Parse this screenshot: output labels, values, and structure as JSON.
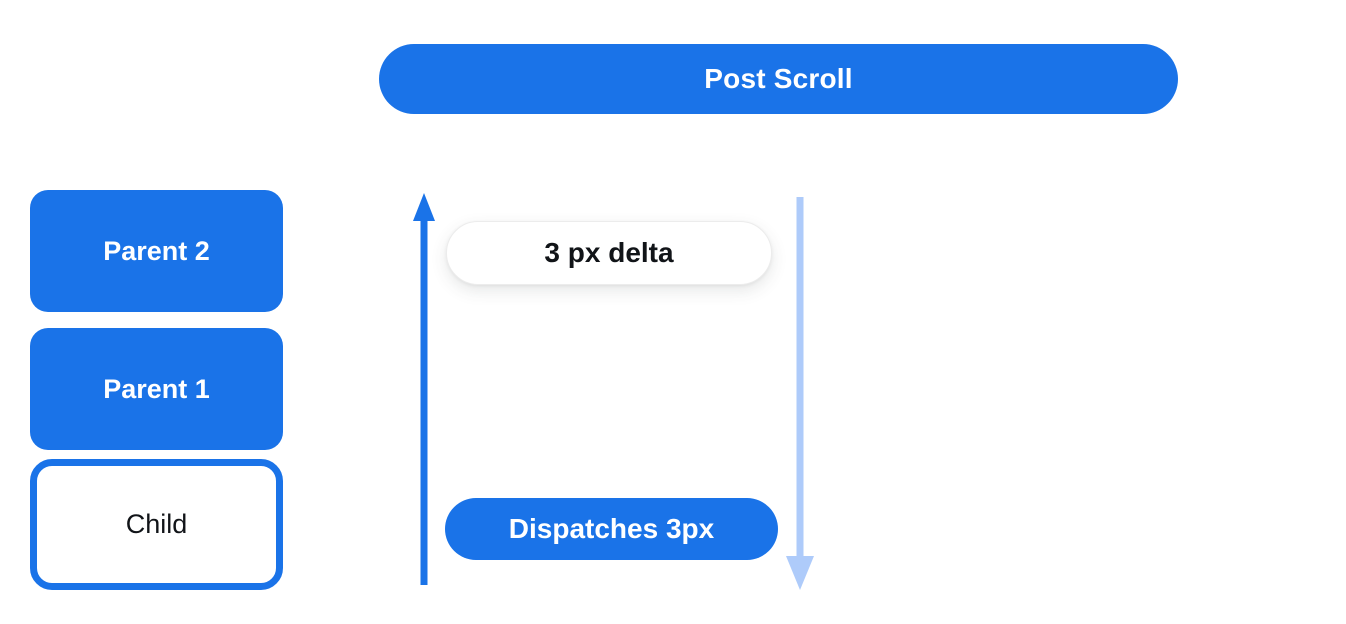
{
  "colors": {
    "primary_blue": "#1a73e8",
    "light_blue": "#aecbfa",
    "background": "#ffffff",
    "text_dark": "#111418"
  },
  "banner": {
    "label": "Post Scroll"
  },
  "tree": {
    "nodes": [
      {
        "id": "parent-2",
        "label": "Parent 2",
        "variant": "filled"
      },
      {
        "id": "parent-1",
        "label": "Parent 1",
        "variant": "filled"
      },
      {
        "id": "child",
        "label": "Child",
        "variant": "outlined"
      }
    ]
  },
  "flow": {
    "up_arrow_icon": "arrow-up",
    "down_arrow_icon": "arrow-down",
    "delta_pill": {
      "label": "3 px delta"
    },
    "dispatch_pill": {
      "label": "Dispatches 3px"
    }
  }
}
